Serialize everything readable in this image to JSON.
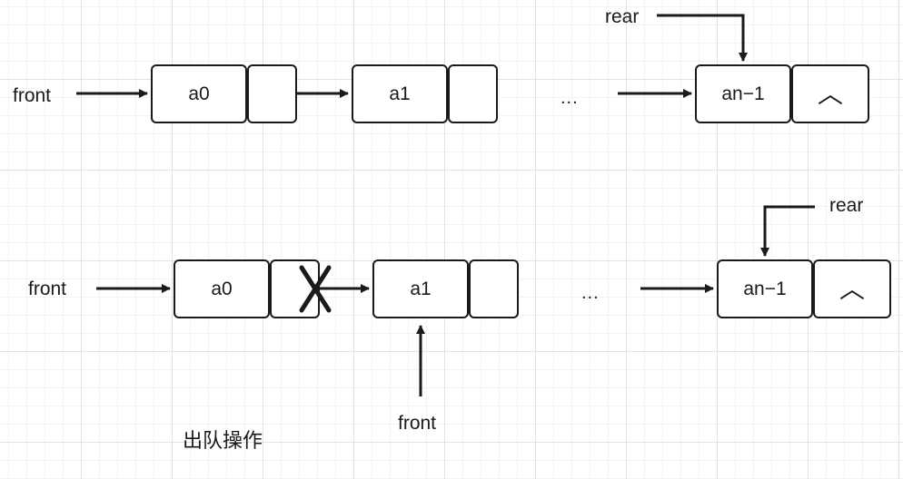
{
  "row1": {
    "front_label": "front",
    "rear_label": "rear",
    "nodes": [
      {
        "data": "a0",
        "next": ""
      },
      {
        "data": "a1",
        "next": ""
      },
      {
        "data": "an−1",
        "next": "︿"
      }
    ],
    "ellipsis": "..."
  },
  "row2": {
    "front_label": "front",
    "new_front_label": "front",
    "rear_label": "rear",
    "nodes": [
      {
        "data": "a0",
        "next": ""
      },
      {
        "data": "a1",
        "next": ""
      },
      {
        "data": "an−1",
        "next": "︿"
      }
    ],
    "ellipsis": "..."
  },
  "caption": "出队操作"
}
